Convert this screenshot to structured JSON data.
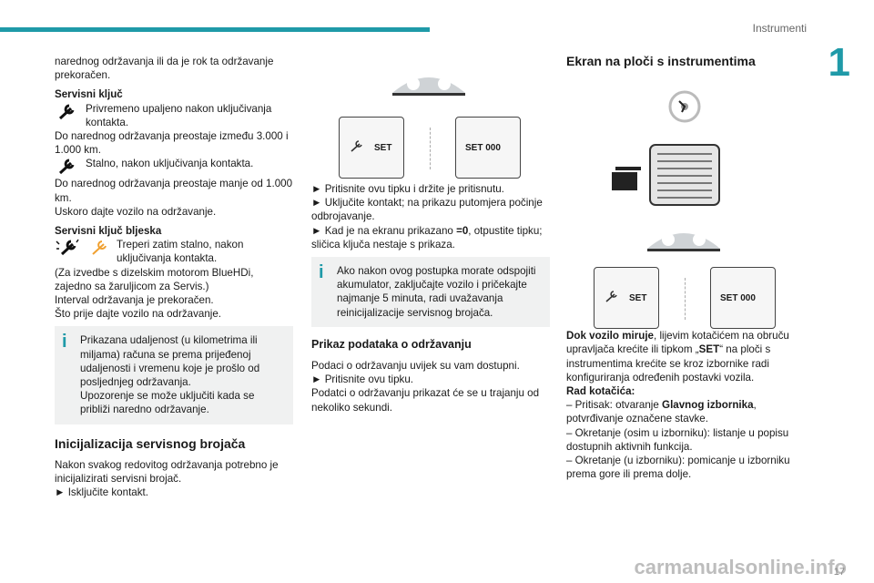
{
  "header": {
    "section": "Instrumenti",
    "chapter": "1",
    "page": "17",
    "watermark": "carmanualsonline.info"
  },
  "col1": {
    "intro": "narednog održavanja ili da je rok ta održavanje prekoračen.",
    "key_title": "Servisni ključ",
    "key_temp": "Privremeno upaljeno nakon uključivanja kontakta.",
    "key_temp_detail": "Do narednog održavanja preostaje između 3.000 i 1.000 km.",
    "key_perm": "Stalno, nakon uključivanja kontakta.",
    "key_perm_detail": "Do narednog održavanja preostaje manje od 1.000 km.",
    "key_perm_advice": "Uskoro dajte vozilo na održavanje.",
    "flash_title": "Servisni ključ bljeska",
    "flash_text": "Treperi zatim stalno, nakon uključivanja kontakta.",
    "flash_detail": "(Za izvedbe s dizelskim motorom BlueHDi, zajedno sa žaruljicom za Servis.)",
    "flash_overdue": "Interval održavanja je prekoračen.",
    "flash_advice": "Što prije dajte vozilo na održavanje.",
    "note": "Prikazana udaljenost (u kilometrima ili miljama) računa se prema prijeđenoj udaljenosti i vremenu koje je prošlo od posljednjeg održavanja.",
    "note_warning": "Upozorenje se može uključiti kada se približi naredno održavanje.",
    "reset_title": "Inicijalizacija servisnog brojača",
    "reset_text": "Nakon svakog redovitog održavanja potrebno je inicijalizirati servisni brojač.",
    "reset_step1": "► Isključite kontakt."
  },
  "col2": {
    "panel_left": "SET",
    "panel_right": "SET  000",
    "step1": "► Pritisnite ovu tipku i držite je pritisnutu.",
    "step2": "► Uključite kontakt; na prikazu putomjera počinje odbrojavanje.",
    "step3a": "► Kad je na ekranu prikazano ",
    "step3b": "=0",
    "step3c": ", otpustite tipku; sličica ključa nestaje s prikaza.",
    "note": "Ako nakon ovog postupka morate odspojiti akumulator, zaključajte vozilo i pričekajte najmanje 5 minuta, radi uvažavanja reinicijalizacije servisnog brojača.",
    "display_title": "Prikaz podataka o održavanju",
    "display_text": "Podaci o održavanju uvijek su vam dostupni.",
    "display_step": "► Pritisnite ovu tipku.",
    "display_duration": "Podatci o održavanju prikazat će se u trajanju od nekoliko sekundi."
  },
  "col3": {
    "title": "Ekran na ploči s instrumentima",
    "panel_left": "SET",
    "panel_right": "SET  000",
    "p1_bold": "Dok vozilo miruje",
    "p1": ", lijevim kotačićem na obruču upravljača krećite ili tipkom „",
    "p1_set": "SET",
    "p1_end": "“ na ploči s instrumentima krećite se kroz izbornike radi konfiguriranja određenih postavki vozila.",
    "wheel_title": "Rad kotačića:",
    "item1a": "– Pritisak: otvaranje ",
    "item1b": "Glavnog izbornika",
    "item1c": ", potvrđivanje označene stavke.",
    "item2": "– Okretanje (osim u izborniku): listanje u popisu dostupnih aktivnih funkcija.",
    "item3": "– Okretanje (u izborniku): pomicanje u izborniku prema gore ili prema dolje."
  }
}
